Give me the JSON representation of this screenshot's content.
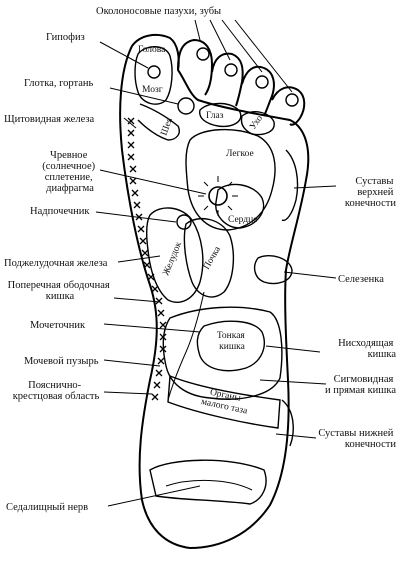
{
  "external_labels": {
    "sinuses_teeth": "Околоносовые пазухи, зубы",
    "pituitary": "Гипофиз",
    "pharynx_larynx": "Глотка, гортань",
    "thyroid": "Щитовидная железа",
    "solar_plexus": "Чревное (солнечное) сплетение, диафрагма",
    "adrenal": "Надпочечник",
    "pancreas": "Поджелудочная железа",
    "transverse_colon": "Поперечная ободочная кишка",
    "ureter": "Мочеточник",
    "bladder": "Мочевой пузырь",
    "lumbosacral": "Пояснично-крестцовая область",
    "sciatic_nerve": "Седалищный нерв",
    "upper_limb_joints": "Суставы верхней конечности",
    "spleen": "Селезенка",
    "descending_colon": "Нисходящая кишка",
    "sigmoid_rectum": "Сигмовидная и прямая кишка",
    "lower_limb_joints": "Суставы нижней конечности"
  },
  "internal_labels": {
    "head": "Голова",
    "brain": "Мозг",
    "eye": "Глаз",
    "ear": "Ухо",
    "neck": "Шея",
    "lung": "Легкое",
    "heart": "Сердце",
    "stomach": "Желудок",
    "kidney": "Почка",
    "small_intestine": "Тонкая кишка",
    "pelvic_organs": "Органы малого таза"
  }
}
